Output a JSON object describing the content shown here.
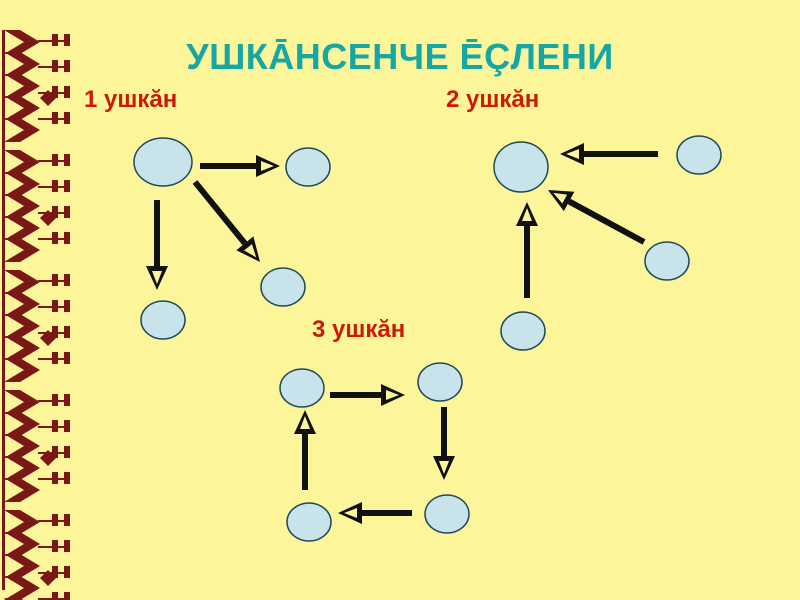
{
  "title": "УШКĀНСЕНЧЕ ĒÇЛЕНИ",
  "types": [
    {
      "label": "1 ушкăн"
    },
    {
      "label": "2 ушкăн"
    },
    {
      "label": "3 ушкăн"
    }
  ],
  "colors": {
    "background": "#fdf59a",
    "title": "#16a7a4",
    "label": "#cc1a08",
    "node_fill": "#c9e3ea",
    "node_stroke": "#1e4a5a",
    "arrow": "#111111",
    "ornament_dark": "#7a1717",
    "ornament_light": "#fdf59a"
  }
}
